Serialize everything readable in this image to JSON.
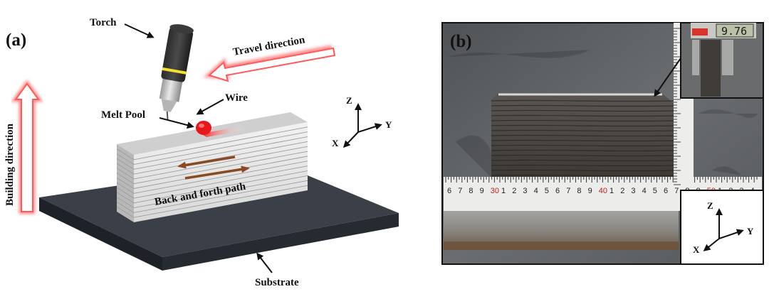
{
  "panel_a": {
    "label": "(a)",
    "torch": "Torch",
    "wire": "Wire",
    "melt_pool": "Melt Pool",
    "travel_direction": "Travel direction",
    "building_direction": "Building direction",
    "path": "Back and forth path",
    "substrate": "Substrate",
    "axes": {
      "z": "Z",
      "y": "Y",
      "x": "X"
    }
  },
  "panel_b": {
    "label": "(b)",
    "caliper_reading": "9.76",
    "axes": {
      "z": "Z",
      "y": "Y",
      "x": "X"
    },
    "ruler_red_numbers": [
      "30",
      "40",
      "50"
    ]
  },
  "colors": {
    "glow": "#ff8a8a",
    "melt": "#e8151b",
    "path_arrow": "#8a4a22",
    "substrate": "#2c3038",
    "photo_bg": "#5c5f62"
  }
}
